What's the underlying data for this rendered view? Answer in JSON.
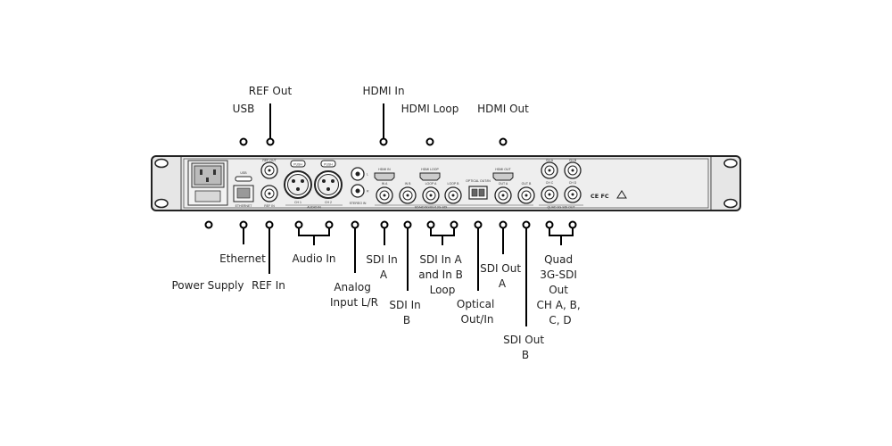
{
  "labels": {
    "usb": "USB",
    "ref_out": "REF Out",
    "hdmi_in": "HDMI In",
    "hdmi_loop": "HDMI Loop",
    "hdmi_out": "HDMI Out",
    "power_supply": "Power Supply",
    "ethernet": "Ethernet",
    "ref_in": "REF In",
    "audio_in": "Audio In",
    "analog_input": [
      "Analog",
      "Input L/R"
    ],
    "sdi_in_a": [
      "SDI In",
      "A"
    ],
    "sdi_in_b": [
      "SDI In",
      "B"
    ],
    "sdi_loop": [
      "SDI In A",
      "and In B",
      "Loop"
    ],
    "optical": [
      "Optical",
      "Out/In"
    ],
    "sdi_out_a": [
      "SDI Out",
      "A"
    ],
    "sdi_out_b": [
      "SDI Out",
      "B"
    ],
    "quad_sdi": [
      "Quad",
      "3G-SDI",
      "Out",
      "CH A, B,",
      "C, D"
    ]
  },
  "panel": {
    "usb": "USB",
    "ethernet": "ETHERNET",
    "ref_out": "REF OUT",
    "ref_in": "REF IN",
    "push": "PUSH",
    "ch1": "CH 1",
    "ch2": "CH 2",
    "audio_in": "AUDIO IN",
    "l": "L",
    "r": "R",
    "stereo_in": "STEREO IN",
    "hdmi_in": "HDMI IN",
    "in_a": "IN A",
    "in_b": "IN B",
    "hdmi_loop": "HDMI LOOP",
    "loop_a": "LOOP A",
    "loop_b": "LOOP B",
    "sdi_group": "SD/HD/3G/6G/12G-SDI",
    "optical": "OPTICAL OUT/IN",
    "hdmi_out": "HDMI OUT",
    "out_a": "OUT A",
    "out_b": "OUT B",
    "ch_a": "CH A",
    "ch_b": "CH B",
    "ch_c": "CH C",
    "ch_d": "CH D",
    "quad_group": "QUAD 3G-SDI OUT",
    "cert": "CE FC"
  }
}
